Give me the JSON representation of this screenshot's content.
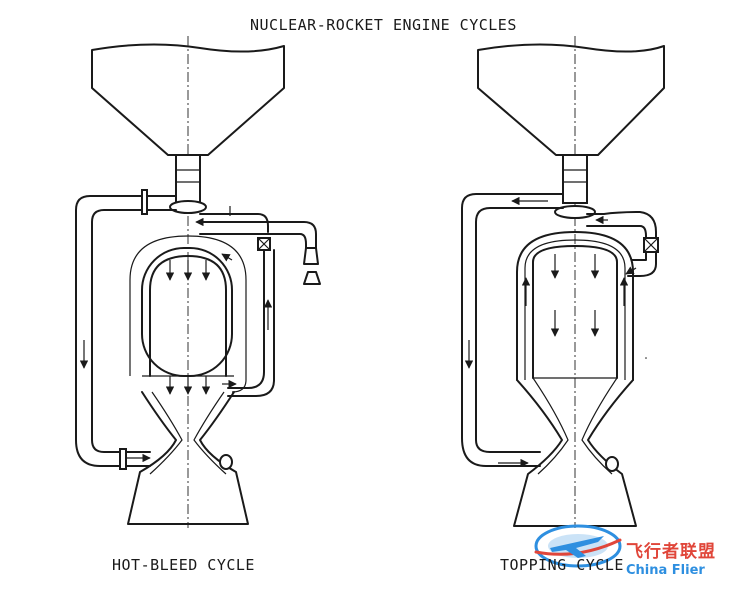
{
  "title": "NUCLEAR-ROCKET ENGINE CYCLES",
  "left_caption": "HOT-BLEED CYCLE",
  "right_caption": "TOPPING CYCLE",
  "watermark": {
    "cn": "飞行者联盟",
    "en": "China Flier",
    "colors": {
      "red": "#e0463a",
      "blue": "#2e8fe0"
    }
  },
  "line_color": "#1a1a1a"
}
